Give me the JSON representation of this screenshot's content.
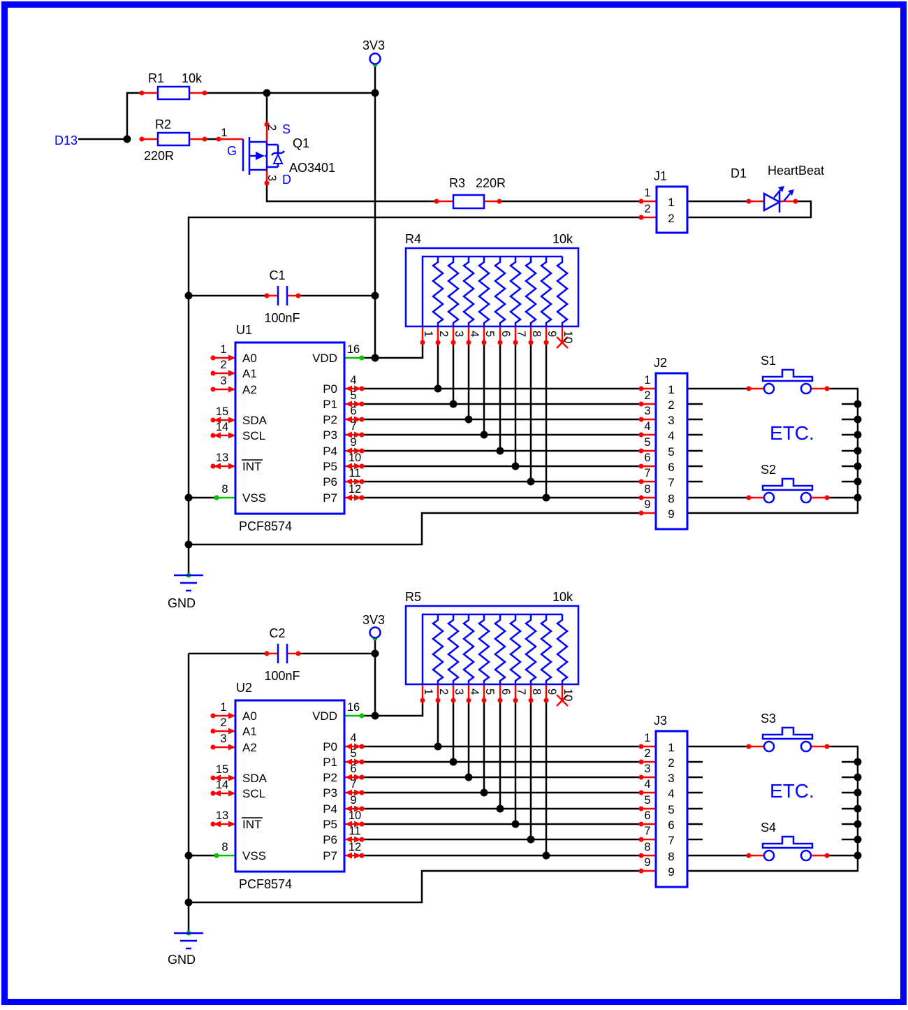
{
  "colors": {
    "wire": "#000000",
    "component": "#0000ff",
    "pin": "#ff0000",
    "power_dot": "#00c000",
    "border": "#0000ff"
  },
  "power": {
    "rail1": "3V3",
    "rail2": "3V3",
    "gnd1": "GND",
    "gnd2": "GND"
  },
  "net_labels": {
    "d13": "D13",
    "heartbeat": "HeartBeat"
  },
  "q1": {
    "ref": "Q1",
    "part": "AO3401",
    "pin_gate_num": "1",
    "pin_source_num": "2",
    "pin_drain_num": "3",
    "gate": "G",
    "source": "S",
    "drain": "D"
  },
  "r1": {
    "ref": "R1",
    "value": "10k"
  },
  "r2": {
    "ref": "R2",
    "value": "220R"
  },
  "r3": {
    "ref": "R3",
    "value": "220R"
  },
  "c1": {
    "ref": "C1",
    "value": "100nF"
  },
  "c2": {
    "ref": "C2",
    "value": "100nF"
  },
  "r4": {
    "ref": "R4",
    "value": "10k",
    "pins": [
      "1",
      "2",
      "3",
      "4",
      "5",
      "6",
      "7",
      "8",
      "9",
      "10"
    ]
  },
  "r5": {
    "ref": "R5",
    "value": "10k",
    "pins": [
      "1",
      "2",
      "3",
      "4",
      "5",
      "6",
      "7",
      "8",
      "9",
      "10"
    ]
  },
  "d1": {
    "ref": "D1"
  },
  "j1": {
    "ref": "J1",
    "outer": [
      "1",
      "2"
    ],
    "inner": [
      "1",
      "2"
    ]
  },
  "j2": {
    "ref": "J2",
    "outer": [
      "1",
      "2",
      "3",
      "4",
      "5",
      "6",
      "7",
      "8",
      "9"
    ],
    "inner": [
      "1",
      "2",
      "3",
      "4",
      "5",
      "6",
      "7",
      "8",
      "9"
    ]
  },
  "j3": {
    "ref": "J3",
    "outer": [
      "1",
      "2",
      "3",
      "4",
      "5",
      "6",
      "7",
      "8",
      "9"
    ],
    "inner": [
      "1",
      "2",
      "3",
      "4",
      "5",
      "6",
      "7",
      "8",
      "9"
    ]
  },
  "u1": {
    "ref": "U1",
    "part": "PCF8574",
    "left": [
      {
        "num": "1",
        "name": "A0"
      },
      {
        "num": "2",
        "name": "A1"
      },
      {
        "num": "3",
        "name": "A2"
      },
      {
        "num": "15",
        "name": "SDA"
      },
      {
        "num": "14",
        "name": "SCL"
      },
      {
        "num": "13",
        "name": "INT"
      },
      {
        "num": "8",
        "name": "VSS"
      }
    ],
    "right": [
      {
        "num": "16",
        "name": "VDD"
      },
      {
        "num": "4",
        "name": "P0"
      },
      {
        "num": "5",
        "name": "P1"
      },
      {
        "num": "6",
        "name": "P2"
      },
      {
        "num": "7",
        "name": "P3"
      },
      {
        "num": "9",
        "name": "P4"
      },
      {
        "num": "10",
        "name": "P5"
      },
      {
        "num": "11",
        "name": "P6"
      },
      {
        "num": "12",
        "name": "P7"
      }
    ]
  },
  "u2": {
    "ref": "U2",
    "part": "PCF8574",
    "left": [
      {
        "num": "1",
        "name": "A0"
      },
      {
        "num": "2",
        "name": "A1"
      },
      {
        "num": "3",
        "name": "A2"
      },
      {
        "num": "15",
        "name": "SDA"
      },
      {
        "num": "14",
        "name": "SCL"
      },
      {
        "num": "13",
        "name": "INT"
      },
      {
        "num": "8",
        "name": "VSS"
      }
    ],
    "right": [
      {
        "num": "16",
        "name": "VDD"
      },
      {
        "num": "4",
        "name": "P0"
      },
      {
        "num": "5",
        "name": "P1"
      },
      {
        "num": "6",
        "name": "P2"
      },
      {
        "num": "7",
        "name": "P3"
      },
      {
        "num": "9",
        "name": "P4"
      },
      {
        "num": "10",
        "name": "P5"
      },
      {
        "num": "11",
        "name": "P6"
      },
      {
        "num": "12",
        "name": "P7"
      }
    ]
  },
  "s1": {
    "ref": "S1"
  },
  "s2": {
    "ref": "S2"
  },
  "s3": {
    "ref": "S3"
  },
  "s4": {
    "ref": "S4"
  },
  "etc1": "ETC.",
  "etc2": "ETC."
}
